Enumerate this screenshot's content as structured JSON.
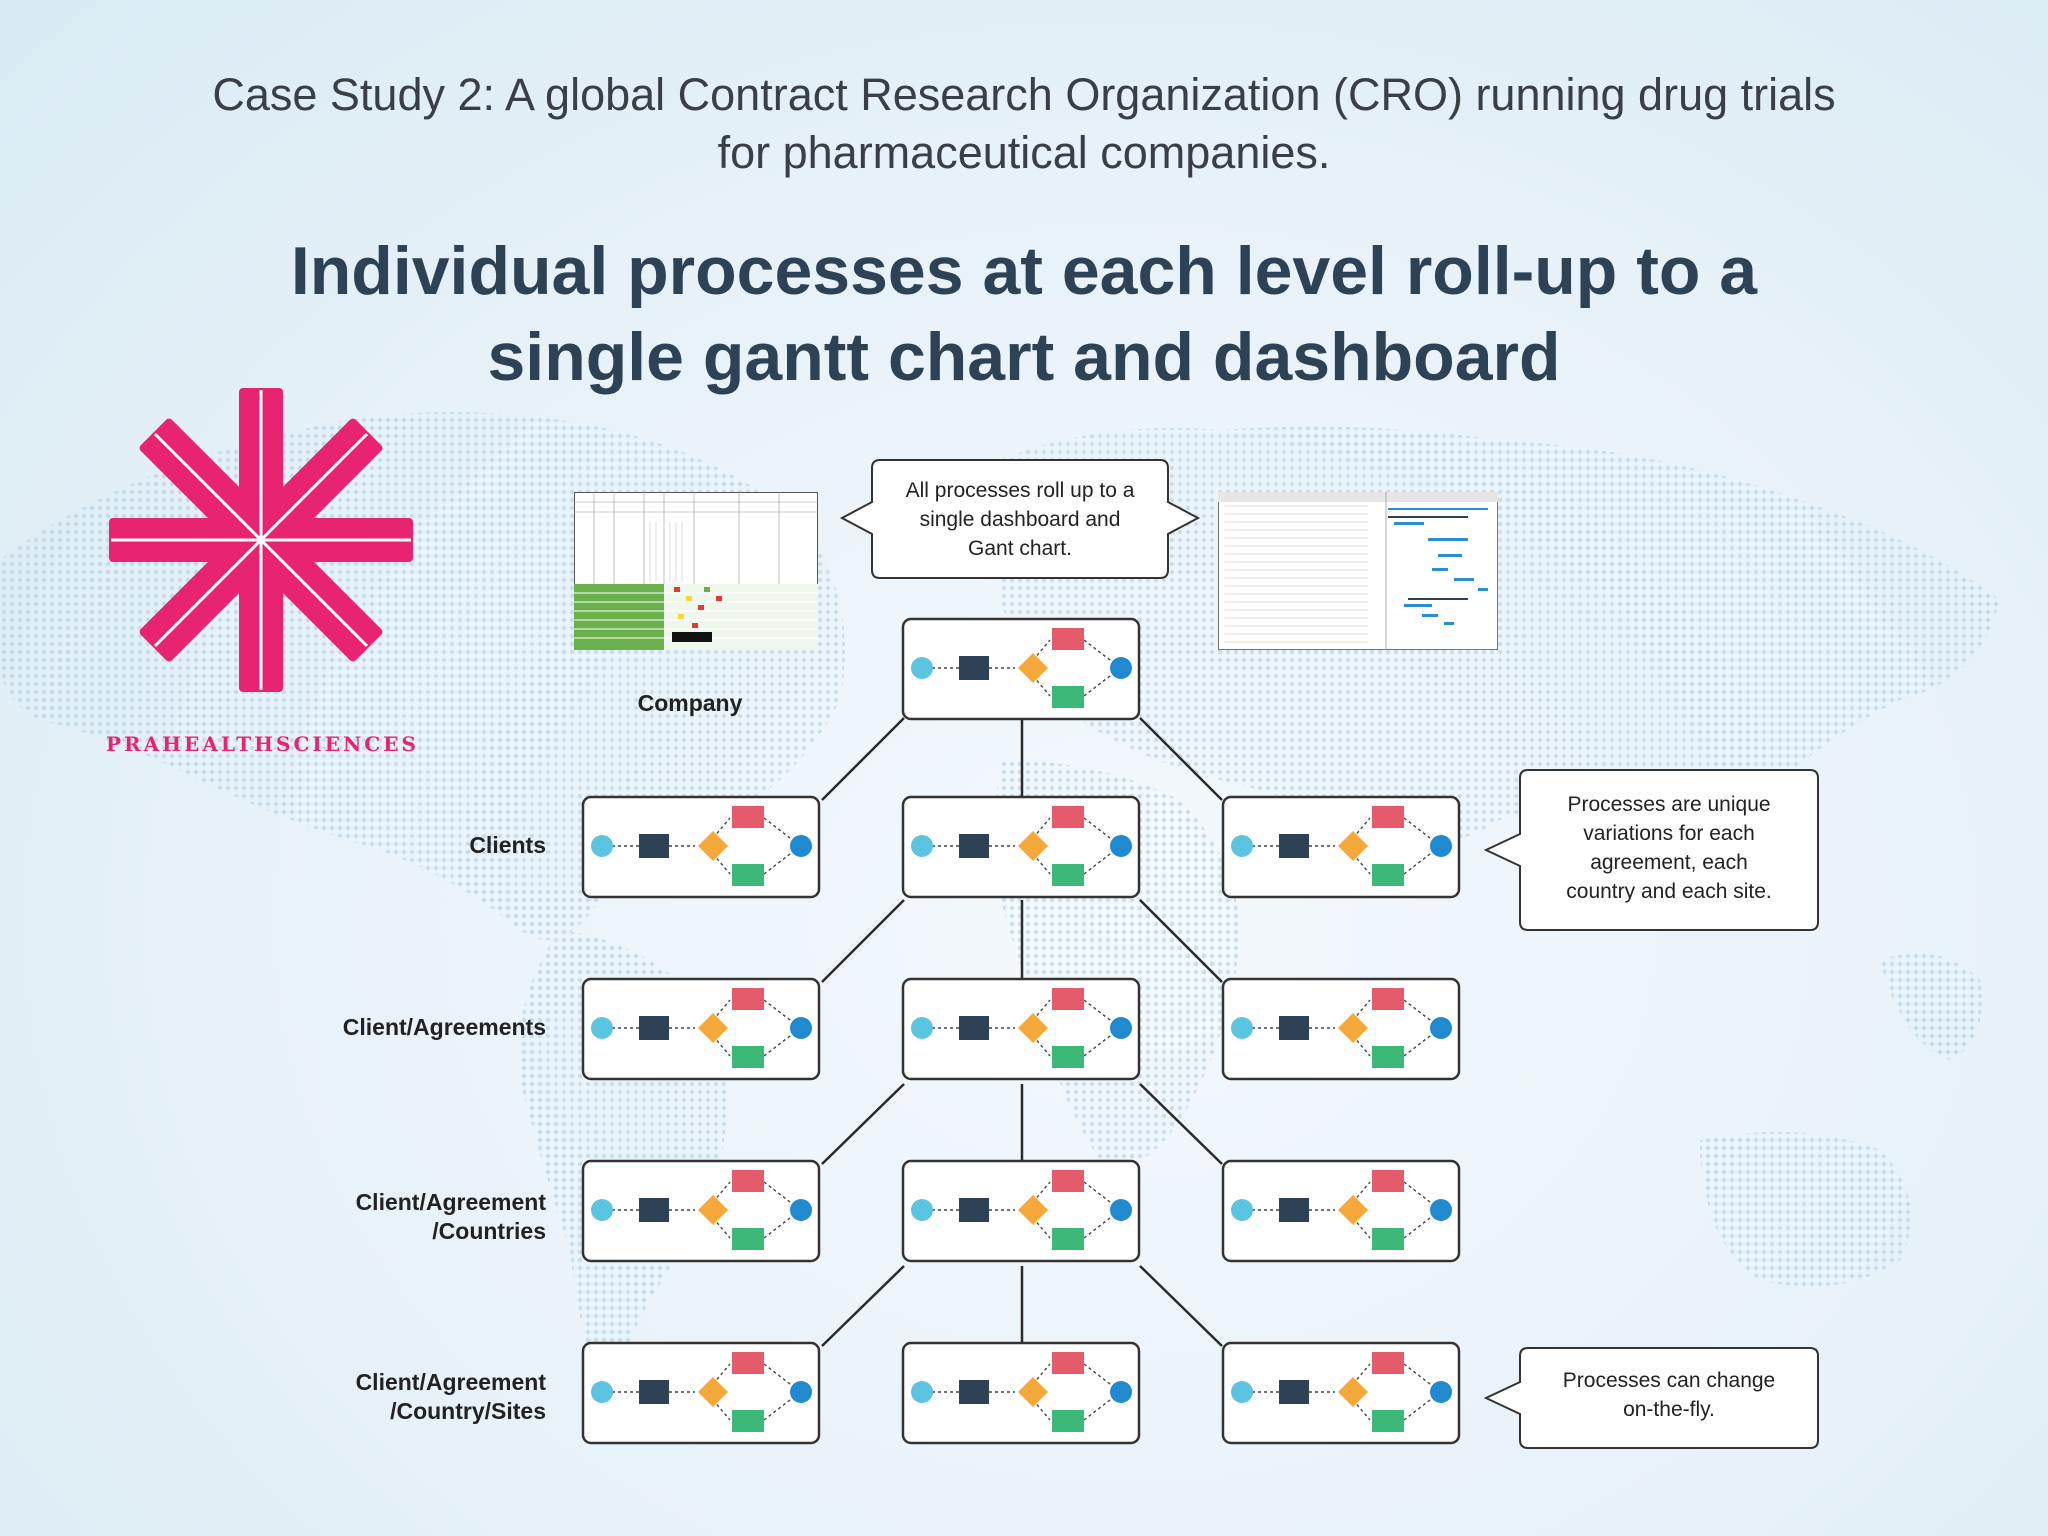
{
  "header": {
    "subtitle_line1": "Case Study 2: A global Contract Research Organization (CRO) running drug trials",
    "subtitle_line2": "for pharmaceutical companies.",
    "title_line1": "Individual processes at each level roll-up to a",
    "title_line2": "single gantt chart and dashboard"
  },
  "logo": {
    "text": "PRAHEALTHSCIENCES",
    "color": "#e8236f"
  },
  "levels": {
    "company": "Company",
    "clients": "Clients",
    "agreements": "Client/Agreements",
    "countries_line1": "Client/Agreement",
    "countries_line2": "/Countries",
    "sites_line1": "Client/Agreement",
    "sites_line2": "/Country/Sites"
  },
  "callouts": {
    "rollup": [
      "All processes roll up to a",
      "single dashboard and",
      "Gant chart."
    ],
    "unique": [
      "Processes are unique",
      "variations for each",
      "agreement, each",
      "country and each site."
    ],
    "change": [
      "Processes can change",
      "on-the-fly."
    ]
  },
  "colors": {
    "start_circle": "#5bc4e0",
    "task_square": "#2e4256",
    "gateway_diamond": "#f5a93b",
    "branch_top": "#e45c6c",
    "branch_bottom": "#3cb878",
    "end_circle": "#1f8ad0"
  }
}
